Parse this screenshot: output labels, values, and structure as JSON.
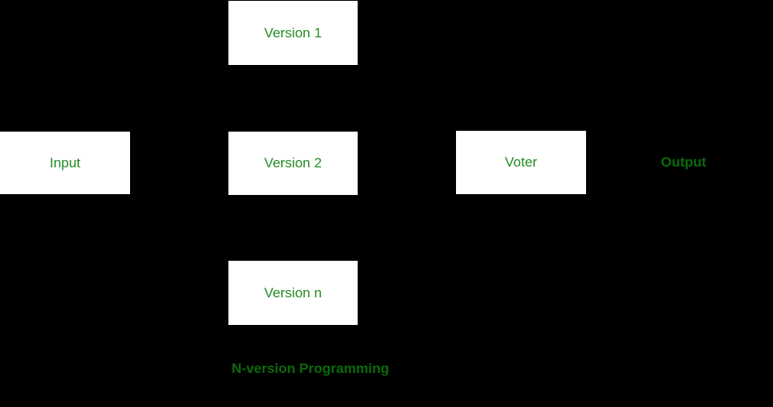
{
  "diagram": {
    "type": "block-diagram",
    "caption": "N-version Programming",
    "background_color": "#000000",
    "node_fill_color": "#ffffff",
    "node_text_color": "#228B22",
    "label_text_color": "#0B6B0B",
    "nodes": [
      {
        "id": "input",
        "label": "Input"
      },
      {
        "id": "version-1",
        "label": "Version 1"
      },
      {
        "id": "version-2",
        "label": "Version 2"
      },
      {
        "id": "version-n",
        "label": "Version n"
      },
      {
        "id": "voter",
        "label": "Voter"
      }
    ],
    "output_label": "Output"
  }
}
